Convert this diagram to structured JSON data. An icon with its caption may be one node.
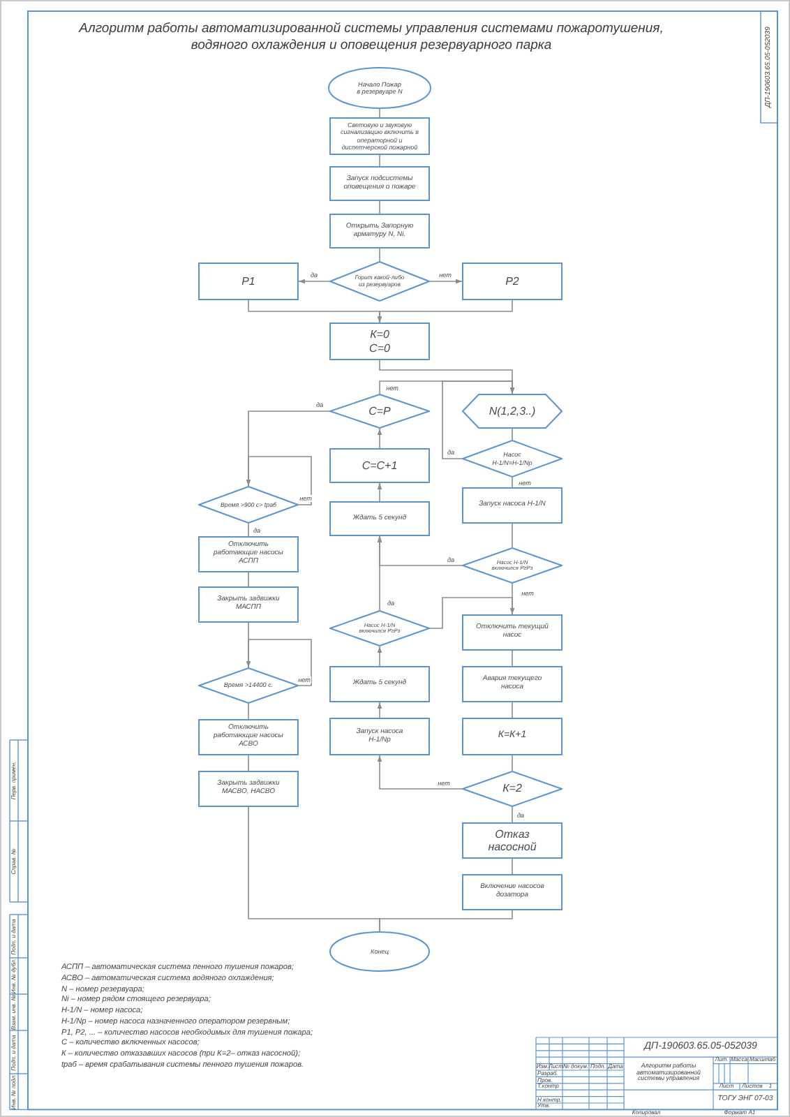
{
  "diagram": {
    "title": "Алгоритм работы автоматизированной системы управления системами пожаротушения, водяного охлаждения и оповещения резервуарного парка",
    "nodes": [
      {
        "text": [
          "Начало Пожар в резервуаре N"
        ]
      },
      {
        "text": [
          "Световую и звуковую сигнализацию включить в операторной и диспетчерской пожарной"
        ]
      },
      {
        "text": [
          "Запуск подсистемы оповещения о пожаре"
        ]
      },
      {
        "text": [
          "Открыть Запорную арматуру N, Ni."
        ]
      },
      {
        "text": [
          "Горит какой-либо из резервуаров"
        ]
      },
      {
        "text": [
          "Р1"
        ]
      },
      {
        "text": [
          "Р2"
        ]
      },
      {
        "text": [
          "К=0 С=0"
        ]
      },
      {
        "text": [
          "С=Р"
        ]
      },
      {
        "text": [
          "N(1,2,3..)"
        ]
      },
      {
        "text": [
          "С=С+1"
        ]
      },
      {
        "text": [
          "Насос Н-1/N=Н-1/Nр"
        ]
      },
      {
        "text": [
          "Время >900 с> tраб"
        ]
      },
      {
        "text": [
          "Ждать 5 секунд"
        ]
      },
      {
        "text": [
          "Запуск насоса Н-1/N"
        ]
      },
      {
        "text": [
          "Отключить работающие насосы АСПП"
        ]
      },
      {
        "text": [
          "Насос Н-1/N включился Р≥Рз"
        ]
      },
      {
        "text": [
          "Закрыть задвижки МАСПП"
        ]
      },
      {
        "text": [
          "Насос Н-1/N включился Р≥Рз"
        ]
      },
      {
        "text": [
          "Отключить текущий насос"
        ]
      },
      {
        "text": [
          "Время >14400 с."
        ]
      },
      {
        "text": [
          "Ждать 5 секунд"
        ]
      },
      {
        "text": [
          "Авария текущего насоса"
        ]
      },
      {
        "text": [
          "Отключить работающие насосы АСВО"
        ]
      },
      {
        "text": [
          "Запуск насоса Н-1/Nр"
        ]
      },
      {
        "text": [
          "К=К+1"
        ]
      },
      {
        "text": [
          "Закрыть задвижки МАСВО, НАСВО"
        ]
      },
      {
        "text": [
          "К=2"
        ]
      },
      {
        "text": [
          "Отказ насосной"
        ]
      },
      {
        "text": [
          "Включение насосов дозатора"
        ]
      },
      {
        "text": [
          "Конец"
        ]
      }
    ],
    "edges": [
      {
        "from": 0,
        "to": 1,
        "arrow": "none"
      },
      {
        "from": 1,
        "to": 2,
        "arrow": "none"
      },
      {
        "from": 2,
        "to": 3,
        "arrow": "none"
      },
      {
        "from": 3,
        "to": 4,
        "arrow": "none"
      },
      {
        "from": 4,
        "to": 5,
        "arrow": "to",
        "label": "да"
      },
      {
        "from": 4,
        "to": 6,
        "arrow": "to",
        "label": "нет"
      },
      {
        "from": 5,
        "to": 7,
        "arrow": "to"
      },
      {
        "from": 6,
        "to": 7,
        "arrow": "to"
      },
      {
        "from": 7,
        "to": 9,
        "arrow": "none"
      },
      {
        "from": 8,
        "to": 9,
        "arrow": "to",
        "label": "нет"
      },
      {
        "from": 9,
        "to": 11,
        "arrow": "none"
      },
      {
        "from": 11,
        "to": 9,
        "arrow": "to",
        "label": "да"
      },
      {
        "from": 11,
        "to": 14,
        "arrow": "none",
        "label": "нет"
      },
      {
        "from": 8,
        "to": 12,
        "arrow": "none",
        "label": "да"
      },
      {
        "from": 10,
        "to": 8,
        "arrow": "to"
      },
      {
        "from": 12,
        "to": 12,
        "arrow": "to",
        "label": "нет"
      },
      {
        "from": 12,
        "to": 15,
        "arrow": "none",
        "label": "да"
      },
      {
        "from": 13,
        "to": 10,
        "arrow": "to"
      },
      {
        "from": 14,
        "to": 16,
        "arrow": "none"
      },
      {
        "from": 16,
        "to": 13,
        "arrow": "to",
        "label": "да"
      },
      {
        "from": 16,
        "to": 19,
        "arrow": "none",
        "label": "нет"
      },
      {
        "from": 15,
        "to": 17,
        "arrow": "none"
      },
      {
        "from": 18,
        "to": 13,
        "arrow": "to",
        "label": "да"
      },
      {
        "from": 18,
        "to": 19,
        "arrow": "to"
      },
      {
        "from": 17,
        "to": 20,
        "arrow": "none"
      },
      {
        "from": 21,
        "to": 18,
        "arrow": "to"
      },
      {
        "from": 19,
        "to": 22,
        "arrow": "none"
      },
      {
        "from": 20,
        "to": 20,
        "arrow": "to",
        "label": "нет"
      },
      {
        "from": 20,
        "to": 23,
        "arrow": "none"
      },
      {
        "from": 24,
        "to": 21,
        "arrow": "to"
      },
      {
        "from": 22,
        "to": 25,
        "arrow": "none"
      },
      {
        "from": 23,
        "to": 26,
        "arrow": "none"
      },
      {
        "from": 25,
        "to": 27,
        "arrow": "none"
      },
      {
        "from": 27,
        "to": 24,
        "arrow": "to",
        "label": "нет"
      },
      {
        "from": 27,
        "to": 28,
        "arrow": "none",
        "label": "да"
      },
      {
        "from": 28,
        "to": 29,
        "arrow": "none"
      },
      {
        "from": 26,
        "to": 30,
        "arrow": "none"
      },
      {
        "from": 29,
        "to": 30,
        "arrow": "none"
      }
    ],
    "labels": [
      "ДП-190603.65.05-052039",
      "АСПП – автоматическая система пенного тушения пожаров;",
      "АСВО – автоматическая система водяного охлаждения;",
      "N – номер резервуара;",
      "Ni – номер рядом стоящего резервуара;",
      "Н-1/N – номер насоса;",
      "Н-1/Nр – номер насоса назначенного оператором резервным;",
      "Р1, Р2, ... – количество насосов необходимых для тушения пожара;",
      "С – количество включенных насосов;",
      "К – количество отказавших насосов (при К=2– отказ насосной);",
      "tраб – время срабатывания системы пенного тушения пожаров.",
      "Перв. примен.",
      "Справ. №",
      "Подп. и дата",
      "Инв. № дубл.",
      "Взам. инв. №",
      "Подп. и дата",
      "Инв. № подл.",
      "ДП-190603.65.05-052039",
      "Изм.",
      "Лист",
      "№ докум.",
      "Подп.",
      "Дата",
      "Разраб.",
      "Пров.",
      "Т.контр.",
      "Н.контр.",
      "Утв.",
      "Алгоритм работы автоматизированной системы управления",
      "Лит.",
      "Масса",
      "Масштаб",
      "Лист",
      "Листов",
      "1",
      "ТОГУ ЭНГ 07-03",
      "Копировал",
      "Формат А1"
    ]
  }
}
